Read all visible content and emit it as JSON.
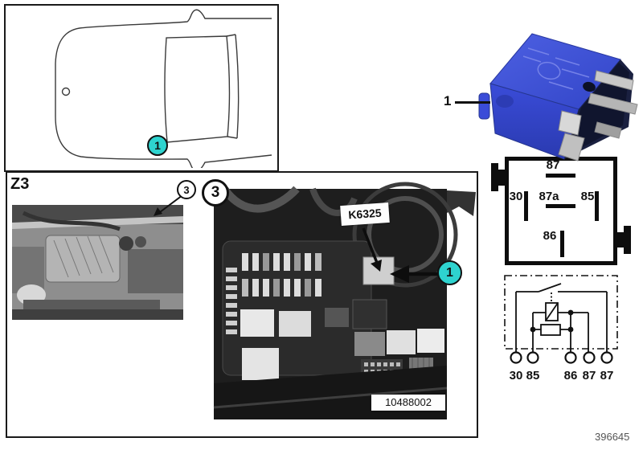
{
  "doc": {
    "drawing_number": "396645"
  },
  "colors": {
    "callout_teal": "#2ed3cf",
    "relay_blue": "#3a4bd4"
  },
  "location_panel": {
    "callout": "1"
  },
  "engine_panel": {
    "model": "Z3",
    "callout": "3"
  },
  "fusebox_panel": {
    "callout": "3",
    "relay_label": "K6325",
    "item_callout": "1",
    "photo_code": "10488002"
  },
  "relay_item": {
    "index": "1"
  },
  "pin_diagram": {
    "pins": [
      "87",
      "30",
      "87a",
      "85",
      "86"
    ]
  },
  "schematic": {
    "terminals": [
      "30",
      "85",
      "86",
      "87",
      "87"
    ]
  }
}
